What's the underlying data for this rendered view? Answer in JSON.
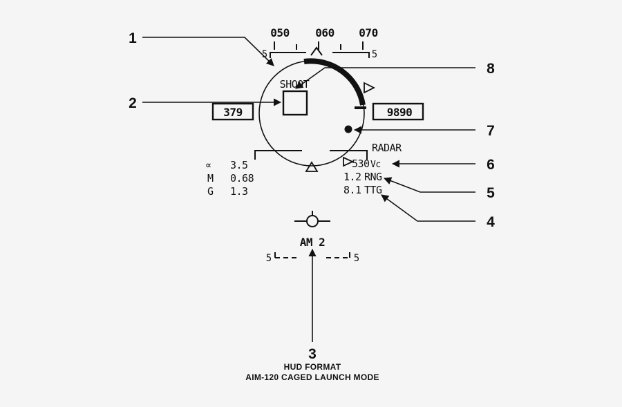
{
  "diagram": {
    "caption_line1": "HUD FORMAT",
    "caption_line2": "AIM-120 CAGED LAUNCH MODE",
    "background_color": "#f5f5f5",
    "ink_color": "#111111"
  },
  "callouts": [
    {
      "id": "1",
      "label": "1"
    },
    {
      "id": "2",
      "label": "2"
    },
    {
      "id": "3",
      "label": "3"
    },
    {
      "id": "4",
      "label": "4"
    },
    {
      "id": "5",
      "label": "5"
    },
    {
      "id": "6",
      "label": "6"
    },
    {
      "id": "7",
      "label": "7"
    },
    {
      "id": "8",
      "label": "8"
    }
  ],
  "hud": {
    "heading_scale": {
      "labels": [
        "050",
        "060",
        "070"
      ],
      "left_marker": "5",
      "right_marker": "5"
    },
    "airspeed_box": "379",
    "altitude_box": "9890",
    "shoot_cue": "SHOOT",
    "sensor_label": "RADAR",
    "target_data": [
      {
        "value": "530",
        "unit": "Vc"
      },
      {
        "value": "1.2",
        "unit": "RNG"
      },
      {
        "value": "8.1",
        "unit": "TTG"
      }
    ],
    "flight_data": [
      {
        "label": "∝",
        "value": "3.5"
      },
      {
        "label": "M",
        "value": "0.68"
      },
      {
        "label": "G",
        "value": "1.3"
      }
    ],
    "weapon_status": "AM  2",
    "pitch_ladder": {
      "left_label": "5",
      "right_label": "5"
    }
  }
}
